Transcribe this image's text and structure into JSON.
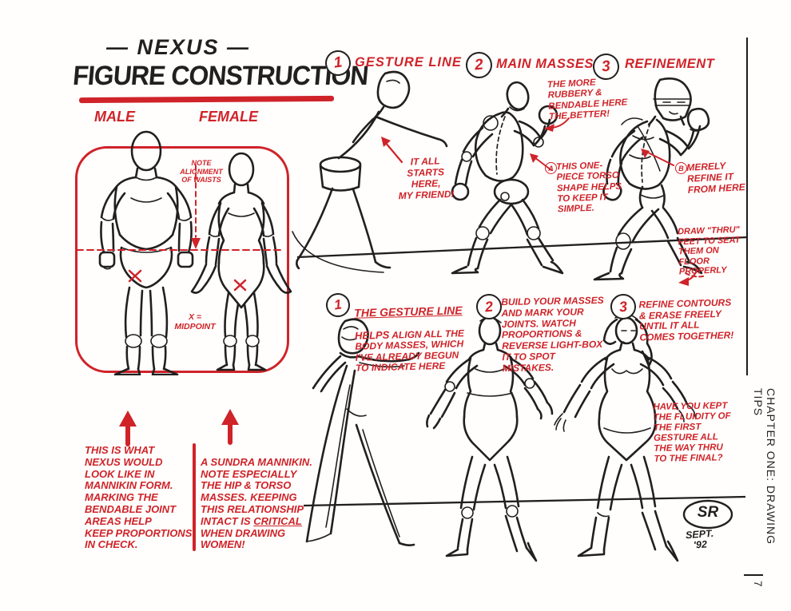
{
  "colors": {
    "red": "#cf2329",
    "ink": "#221f1f"
  },
  "header": {
    "series_title": "— NEXUS —",
    "page_title": "FIGURE CONSTRUCTION",
    "male_label": "MALE",
    "female_label": "FEMALE"
  },
  "mannikin_panel": {
    "waist_note": "NOTE\nALIGNMENT\nOF WAISTS",
    "midpoint_note": "X =\nMIDPOINT",
    "male_caption": "THIS IS WHAT\nNEXUS WOULD\nLOOK LIKE IN\nMANNIKIN FORM.\nMARKING THE\nBENDABLE JOINT\nAREAS HELP\nKEEP PROPORTIONS\nIN CHECK.",
    "female_caption_pre": "A SUNDRA MANNIKIN.\nNOTE ESPECIALLY\nTHE HIP & TORSO\nMASSES. KEEPING\nTHIS RELATIONSHIP\nINTACT IS ",
    "female_caption_underlined": "CRITICAL",
    "female_caption_post": "\nWHEN DRAWING\nWOMEN!"
  },
  "top_steps": [
    {
      "number": "1",
      "label": "GESTURE LINE"
    },
    {
      "number": "2",
      "label": "MAIN MASSES"
    },
    {
      "number": "3",
      "label": "REFINEMENT"
    }
  ],
  "annotations": {
    "starts_here": "IT ALL\nSTARTS\nHERE,\nMY FRIEND!",
    "rubbery": "THE MORE\nRUBBERY &\nBENDABLE HERE\nTHE BETTER!",
    "torso_mark": "A",
    "torso": "THIS ONE-\nPIECE TORSO\nSHAPE HELPS\nTO KEEP IT\nSIMPLE.",
    "refine_mark": "B",
    "refine": "MERELY\nREFINE IT\nFROM HERE",
    "feet": "DRAW \"THRU\"\nFEET TO SEAT\nTHEM ON\nFLOOR\nPROPERLY",
    "fluidity": "HAVE YOU KEPT\nTHE FLUIDITY OF\nTHE FIRST\nGESTURE ALL\nTHE WAY THRU\nTO THE FINAL?"
  },
  "bottom_steps": [
    {
      "number": "1",
      "lead": "THE GESTURE LINE",
      "lead2": "HELPS",
      "text": " ALIGN ALL THE\nBODY MASSES, WHICH\nI'VE ALREADY BEGUN\nTO INDICATE HERE"
    },
    {
      "number": "2",
      "text": "BUILD YOUR MASSES\nAND MARK YOUR\nJOINTS. WATCH\nPROPORTIONS &\nREVERSE LIGHT-BOX\nIT TO SPOT\nMISTAKES."
    },
    {
      "number": "3",
      "text": "REFINE CONTOURS\n& ERASE FREELY\nUNTIL IT ALL\nCOMES TOGETHER!"
    }
  ],
  "signature": {
    "monogram": "SR",
    "line1": "SEPT.",
    "line2": "'92"
  },
  "sidebar": {
    "chapter": "CHAPTER ONE: DRAWING TIPS",
    "page_number": "7"
  }
}
